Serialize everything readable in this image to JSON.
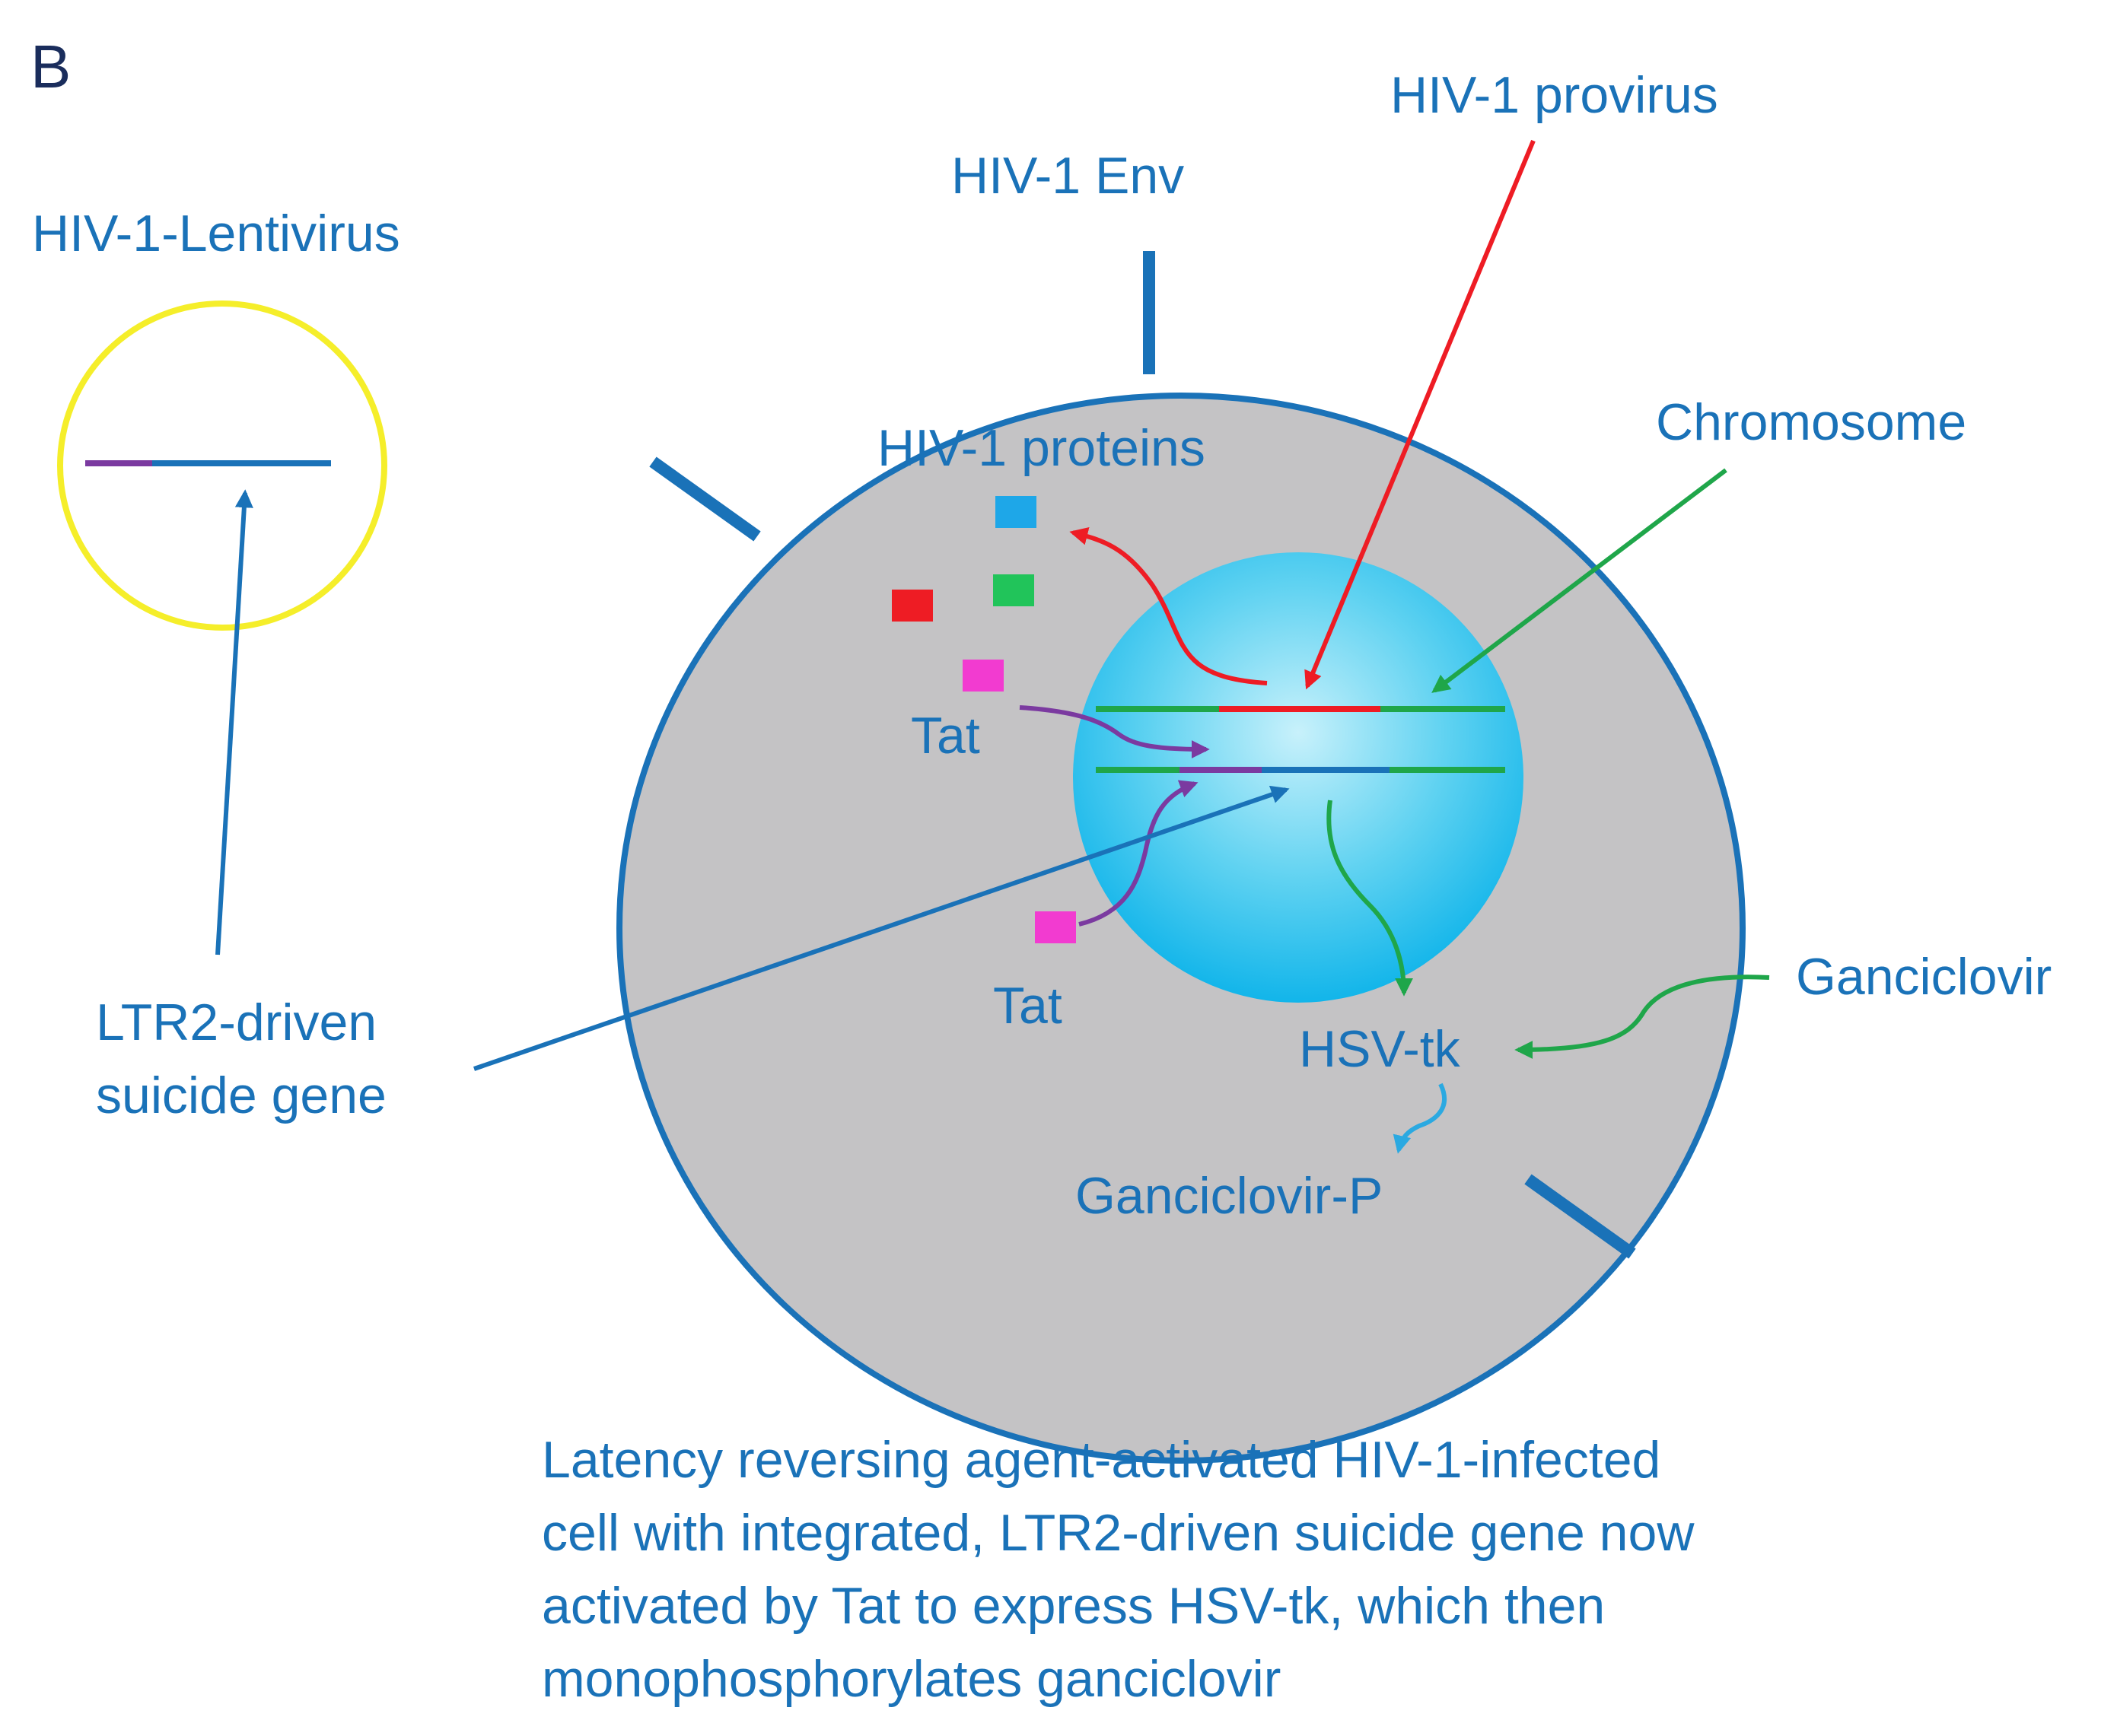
{
  "panel_letter": "B",
  "labels": {
    "lentivirus": "HIV-1-Lentivirus",
    "provirus": "HIV-1 provirus",
    "env": "HIV-1 Env",
    "proteins": "HIV-1 proteins",
    "chromosome": "Chromosome",
    "tat_upper": "Tat",
    "tat_lower": "Tat",
    "suicide_gene_line1": "LTR2-driven",
    "suicide_gene_line2": "suicide gene",
    "ganciclovir": "Ganciclovir",
    "hsv_tk": "HSV-tk",
    "ganciclovir_p": "Ganciclovir-P"
  },
  "caption": {
    "line1": "Latency reversing agent-activated HIV-1-infected",
    "line2": "cell with integrated, LTR2-driven suicide gene now",
    "line3": "activated by Tat to express HSV-tk, which then",
    "line4": "monophosphorylates ganciclovir"
  },
  "colors": {
    "label_blue": "#1a72b8",
    "cell_fill": "#c4c3c5",
    "membrane": "#1a72b8",
    "lentivirus_ring": "#f5ee2a",
    "provirus_red": "#ee1c24",
    "chromosome_green": "#1fa64a",
    "tat_purple": "#7b3aa0",
    "protein_cyan": "#1ea7e8",
    "protein_green": "#21c45a",
    "protein_red": "#ee1c24",
    "protein_magenta": "#f23bd0",
    "phosphorylation_arrow": "#2ba9e1"
  },
  "icons": {
    "arrowhead": "arrowhead-icon",
    "protein_marker": "square-protein-icon"
  }
}
